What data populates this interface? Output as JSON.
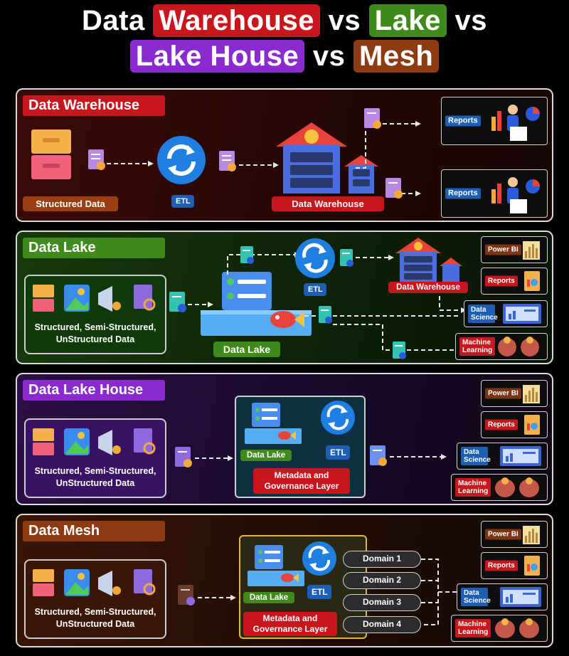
{
  "title": {
    "line1": [
      "Data",
      "Warehouse",
      "vs",
      "Lake",
      "vs"
    ],
    "line2": [
      "Lake House",
      "vs",
      "Mesh"
    ]
  },
  "colors": {
    "red": "#c8161d",
    "green": "#3f8a1a",
    "purple": "#8a2bd0",
    "orange": "#8c3b12",
    "blue": "#1d5fb5"
  },
  "warehouse": {
    "title": "Data Warehouse",
    "source_label": "Structured Data",
    "etl_label": "ETL",
    "store_label": "Data Warehouse",
    "outputs": [
      "Reports",
      "Reports"
    ]
  },
  "lake": {
    "title": "Data Lake",
    "source_label": "Structured, Semi-Structured, UnStructured Data",
    "etl_label": "ETL",
    "lake_label": "Data Lake",
    "warehouse_label": "Data Warehouse",
    "outputs": [
      "Power BI",
      "Reports",
      "Data Science",
      "Machine Learning"
    ]
  },
  "lakehouse": {
    "title": "Data Lake House",
    "source_label": "Structured, Semi-Structured, UnStructured Data",
    "etl_label": "ETL",
    "lake_label": "Data Lake",
    "governance_label": "Metadata and Governance Layer",
    "outputs": [
      "Power BI",
      "Reports",
      "Data Science",
      "Machine Learning"
    ]
  },
  "mesh": {
    "title": "Data Mesh",
    "source_label": "Structured, Semi-Structured, UnStructured Data",
    "etl_label": "ETL",
    "lake_label": "Data Lake",
    "governance_label": "Metadata and Governance Layer",
    "domains": [
      "Domain 1",
      "Domain 2",
      "Domain 3",
      "Domain 4"
    ],
    "outputs": [
      "Power BI",
      "Reports",
      "Data Science",
      "Machine Learning"
    ]
  },
  "icons": [
    "file-cabinet-icon",
    "image-icon",
    "megaphone-icon",
    "document-search-icon",
    "etl-sync-icon",
    "warehouse-building-icon",
    "server-rack-icon",
    "document-check-icon",
    "presenter-chart-icon",
    "bar-chart-icon",
    "report-icon",
    "dashboard-icon",
    "brain-gear-icon",
    "fish-icon"
  ]
}
